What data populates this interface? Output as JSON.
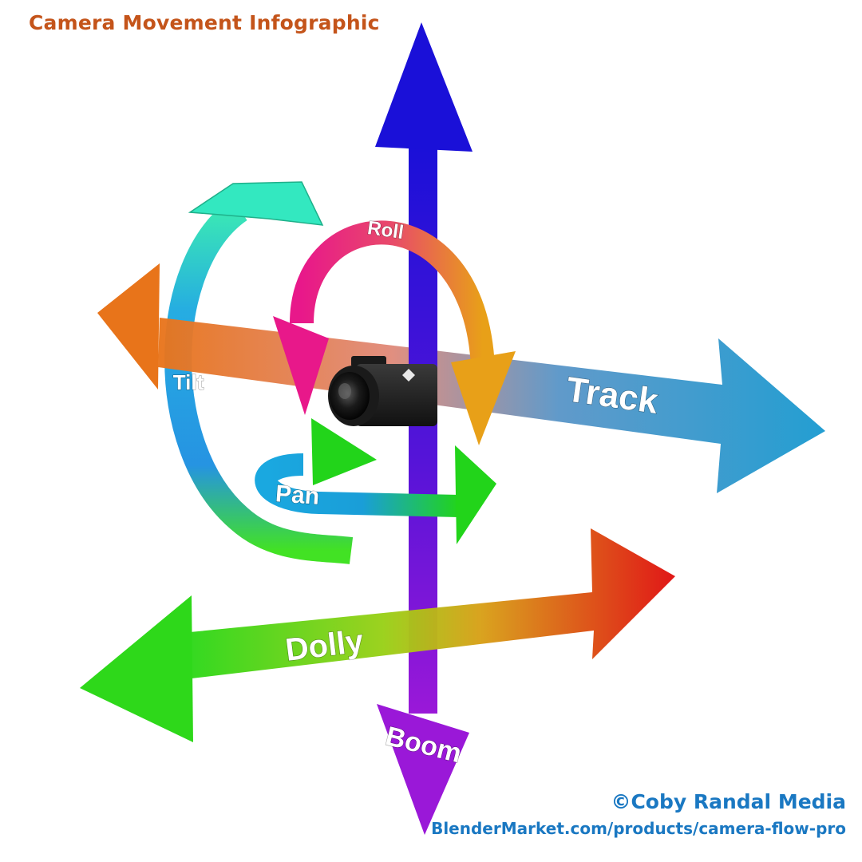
{
  "header": {
    "title": "Camera Movement Infographic"
  },
  "diagram": {
    "movements": {
      "boom": "Boom",
      "track": "Track",
      "dolly": "Dolly",
      "tilt": "Tilt",
      "roll": "Roll",
      "pan": "Pan"
    },
    "colors": {
      "boom_top": "#1a10d8",
      "boom_bottom": "#9a18d8",
      "track_left": "#e8741a",
      "track_right": "#1a9ad0",
      "dolly_left": "#2ed81a",
      "dolly_right": "#e01010",
      "tilt": "#1aa8e0",
      "roll_left": "#e8188a",
      "roll_right": "#e8a018",
      "pan": "#22d41a"
    }
  },
  "footer": {
    "credit": "©Coby Randal Media",
    "url": "BlenderMarket.com/products/camera-flow-pro"
  }
}
